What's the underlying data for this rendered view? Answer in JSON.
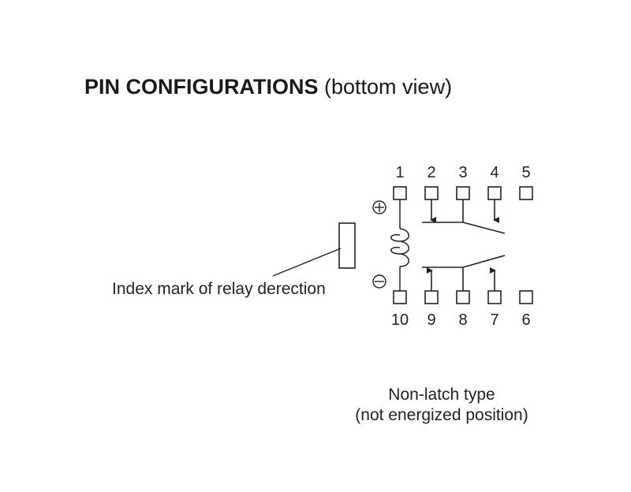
{
  "title": {
    "bold": "PIN CONFIGURATIONS",
    "regular": "(bottom view)"
  },
  "pins_top": [
    "1",
    "2",
    "3",
    "4",
    "5"
  ],
  "pins_bottom": [
    "10",
    "9",
    "8",
    "7",
    "6"
  ],
  "polarity": {
    "positive_icon": "plus-in-circle",
    "negative_icon": "minus-in-circle"
  },
  "index_mark_label": "Index mark of relay derection",
  "note": {
    "line1": "Non-latch type",
    "line2": "(not energized position)"
  }
}
